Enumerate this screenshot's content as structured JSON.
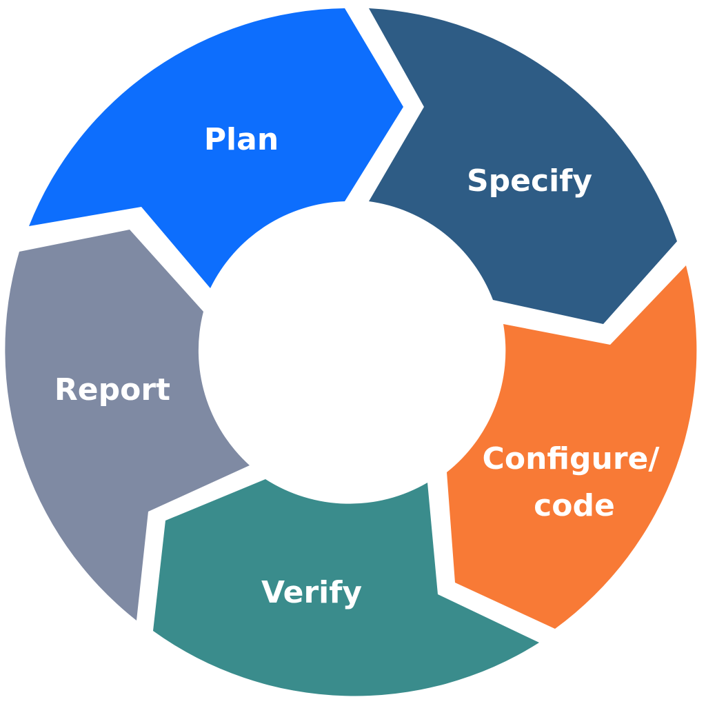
{
  "diagram": {
    "type": "cycle",
    "segments": [
      {
        "id": "plan",
        "label_lines": [
          "Plan"
        ],
        "color": "#0d6efd"
      },
      {
        "id": "specify",
        "label_lines": [
          "Specify"
        ],
        "color": "#2e5c85"
      },
      {
        "id": "configure",
        "label_lines": [
          "Configure/",
          "code"
        ],
        "color": "#f87a36"
      },
      {
        "id": "verify",
        "label_lines": [
          "Verify"
        ],
        "color": "#3a8c8c"
      },
      {
        "id": "report",
        "label_lines": [
          "Report"
        ],
        "color": "#7f8aa3"
      }
    ]
  }
}
